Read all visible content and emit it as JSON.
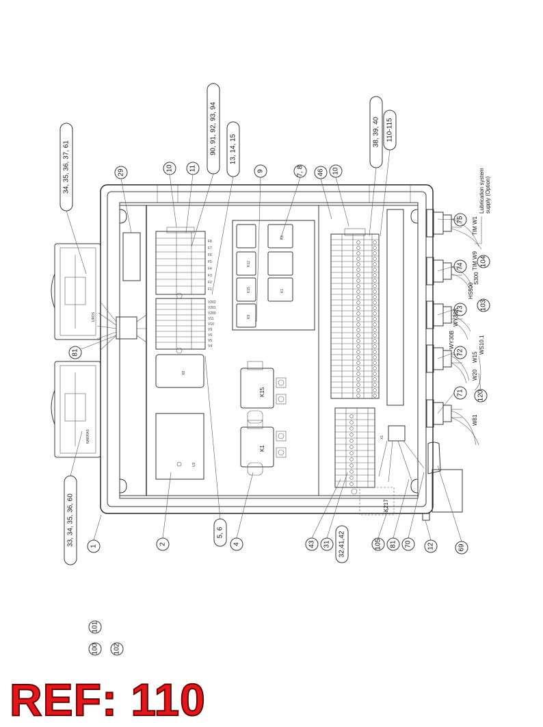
{
  "ref_title": "REF: 110",
  "balloons_bottom": [
    "1",
    "2",
    "5, 6",
    "4",
    "43",
    "31",
    "32,41,42",
    "105",
    "81",
    "70",
    "12",
    "69"
  ],
  "balloons_top": [
    "34, 35, 36, 37, 61",
    "29",
    "10",
    "11",
    "90, 91, 92, 93, 94",
    "13, 14, 15",
    "9",
    "7, 8",
    "46",
    "10",
    "38, 39, 40",
    "110-115"
  ],
  "balloon_left": "33, 34, 35, 36, 60",
  "balloon_81_left": "81",
  "balloons_right": [
    "75",
    "74",
    "73",
    "72",
    "71",
    "120"
  ],
  "balloons_ref_104": "104",
  "balloons_ref_103": "103",
  "balloons_bottom_left": [
    "100",
    "101",
    "102"
  ],
  "cable_labels": [
    "TIM W1",
    "TIM W9",
    "S300",
    "HS500",
    "WY30A",
    "WY30B",
    "WS10.1",
    "W15",
    "W20",
    "W81"
  ],
  "lubrication_note": [
    "Lubrication system",
    "supply (Option)"
  ],
  "component_labels": {
    "k15": "K15",
    "k1": "K1",
    "k217": "K217",
    "x1": "X1",
    "x8": "X8",
    "u3": "U3",
    "k12": "K12",
    "k15a": "K15",
    "k9": "K9",
    "k8": "K8",
    "k1a": "K1",
    "urds": "URDS",
    "narras": "NARRAS"
  },
  "breaker_row_top": [
    "F8",
    "F7",
    "F6",
    "F5",
    "F4",
    "F3",
    "F2",
    "F1"
  ],
  "breaker_row_mid": [
    "V202",
    "V201",
    "V200",
    "V11",
    "V10",
    "V9",
    "V6",
    "V5",
    "V4"
  ]
}
